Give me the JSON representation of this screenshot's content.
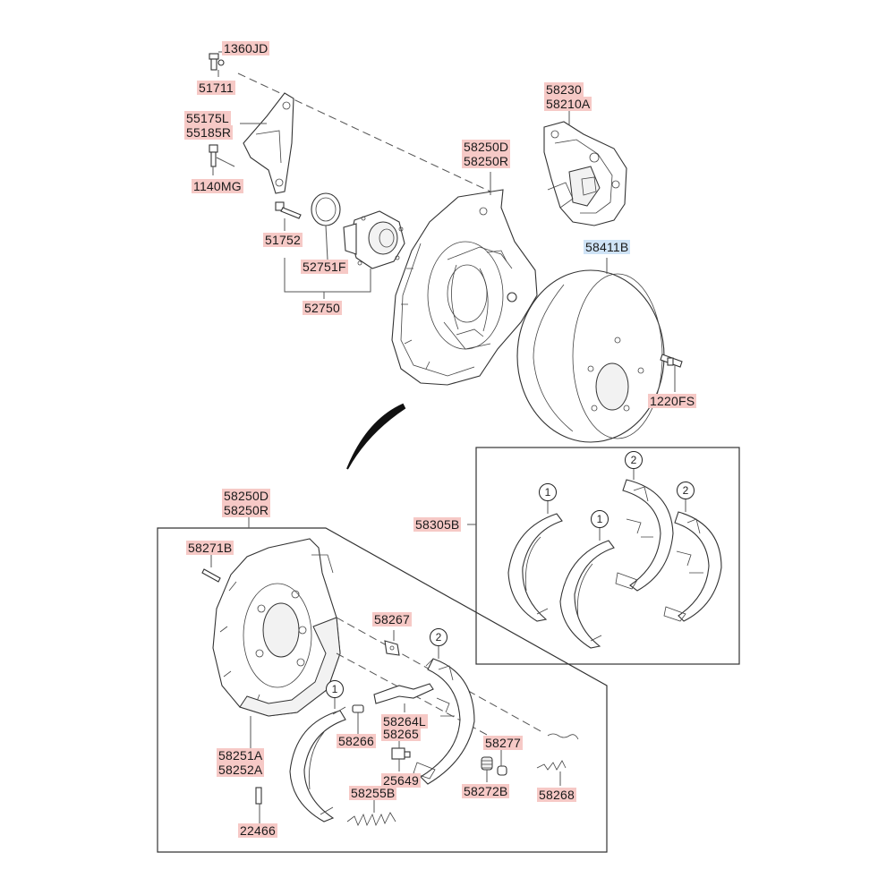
{
  "labels": {
    "l1360JD": "1360JD",
    "l51711": "51711",
    "l55175L": "55175L",
    "l55185R": "55185R",
    "l1140MG": "1140MG",
    "l51752": "51752",
    "l52751F": "52751F",
    "l52750": "52750",
    "l58250D_top": "58250D",
    "l58250R_top": "58250R",
    "l58230": "58230",
    "l58210A": "58210A",
    "l58411B": "58411B",
    "l1220FS": "1220FS",
    "l58305B": "58305B",
    "l58250D_bot": "58250D",
    "l58250R_bot": "58250R",
    "l58271B": "58271B",
    "l58267": "58267",
    "l58264L": "58264L",
    "l58265": "58265",
    "l58266": "58266",
    "l58251A": "58251A",
    "l58252A": "58252A",
    "l58277": "58277",
    "l25649": "25649",
    "l58272B": "58272B",
    "l58255B": "58255B",
    "l58268": "58268",
    "l22466": "22466"
  },
  "callouts": {
    "c1a": "1",
    "c1b": "1",
    "c2a": "2",
    "c2b": "2",
    "c1c": "1",
    "c2c": "2"
  },
  "colors": {
    "label_bg": "#f6c9c6",
    "label_bg_highlight": "#cfe3f6"
  }
}
